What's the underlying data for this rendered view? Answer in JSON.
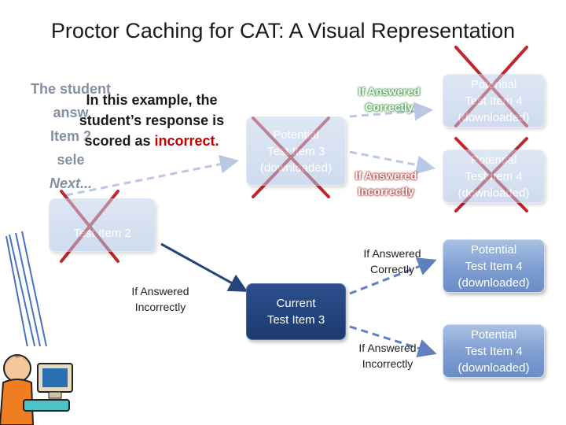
{
  "title": "Proctor Caching for CAT: A Visual Representation",
  "intro_text": {
    "line1": "The student",
    "line2": "answ",
    "line3": "Item 2",
    "line4": "sele",
    "next": "Next..."
  },
  "callout": {
    "part1": "In this example, the student’s response is scored as ",
    "emphasis": "incorrect."
  },
  "nodes": {
    "test_item_2": "Test Item 2",
    "potential_3": "Potential\nTest Item 3\n(downloaded)",
    "potential_4a": "Potential\nTest Item 4\n(downloaded)",
    "potential_4b": "Potential\nTest Item 4\n(downloaded)",
    "potential_4c": "Potential\nTest Item 4\n(downloaded)",
    "potential_4d": "Potential\nTest Item 4\n(downloaded)",
    "current_3": "Current\nTest Item 3"
  },
  "labels": {
    "upper_correct": "If Answered\nCorrectly",
    "upper_incorrect": "If Answered\nIncorrectly",
    "mid_incorrect": "If Answered\nIncorrectly",
    "lower_correct": "If Answered\nCorrectly",
    "lower_incorrect": "If Answered\nIncorrectly"
  },
  "colors": {
    "node_blue": "#7d9dd2",
    "current_dark": "#1c3a70",
    "cross_red": "#c0262d",
    "arrow_blue": "#5f7fbf"
  }
}
